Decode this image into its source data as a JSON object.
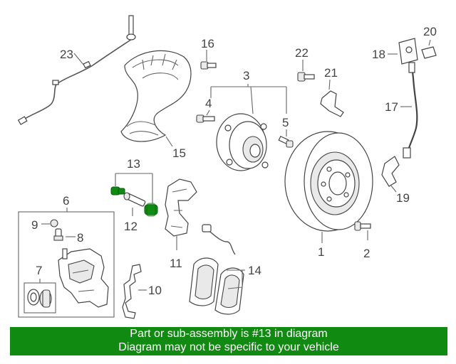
{
  "callouts": {
    "c1": "1",
    "c2": "2",
    "c3": "3",
    "c4": "4",
    "c5": "5",
    "c6": "6",
    "c7": "7",
    "c8": "8",
    "c9": "9",
    "c10": "10",
    "c11": "11",
    "c12": "12",
    "c13": "13",
    "c14": "14",
    "c15": "15",
    "c16": "16",
    "c17": "17",
    "c18": "18",
    "c19": "19",
    "c20": "20",
    "c21": "21",
    "c22": "22",
    "c23": "23"
  },
  "highlight_color": "#118a11",
  "banner": {
    "line1": "Part or sub-assembly is #13 in diagram",
    "line2": "Diagram may not be specific to your vehicle"
  }
}
